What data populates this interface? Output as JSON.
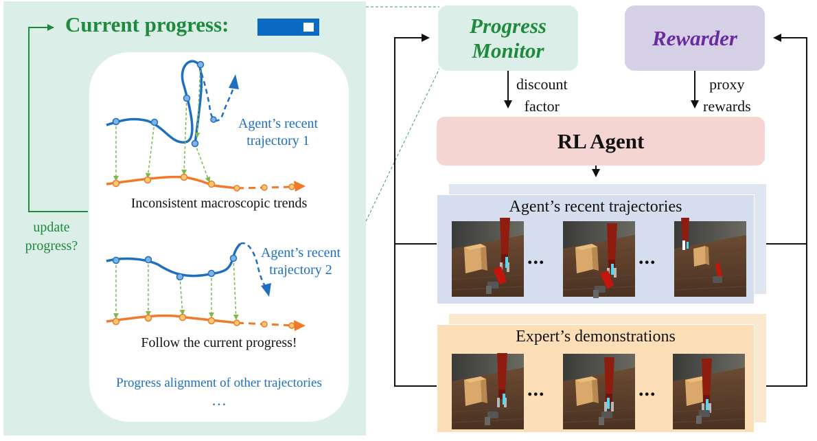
{
  "left_panel": {
    "title": "Current progress:",
    "update_label_line1": "update",
    "update_label_line2": "progress?",
    "trajectory1_label_line1": "Agent’s recent",
    "trajectory1_label_line2": "trajectory 1",
    "trajectory2_label_line1": "Agent’s recent",
    "trajectory2_label_line2": "trajectory 2",
    "caption_inconsistent": "Inconsistent macroscopic trends",
    "caption_follow": "Follow the current progress!",
    "caption_alignment": "Progress alignment of other trajectories",
    "caption_ellipsis": "…"
  },
  "right_panel": {
    "progress_monitor_line1": "Progress",
    "progress_monitor_line2": "Monitor",
    "rewarder": "Rewarder",
    "discount_line1": "discount",
    "discount_line2": "factor",
    "proxy_line1": "proxy",
    "proxy_line2": "rewards",
    "rl_agent": "RL Agent",
    "agent_trajectories_title": "Agent’s recent trajectories",
    "expert_demonstrations_title": "Expert’s demonstrations",
    "ellipsis": "..."
  },
  "colors": {
    "green_accent": "#1e8a3c",
    "blue_trajectory": "#1f6fc0",
    "orange_progress": "#f07a2a",
    "purple_rewarder": "#6a2aa0"
  }
}
